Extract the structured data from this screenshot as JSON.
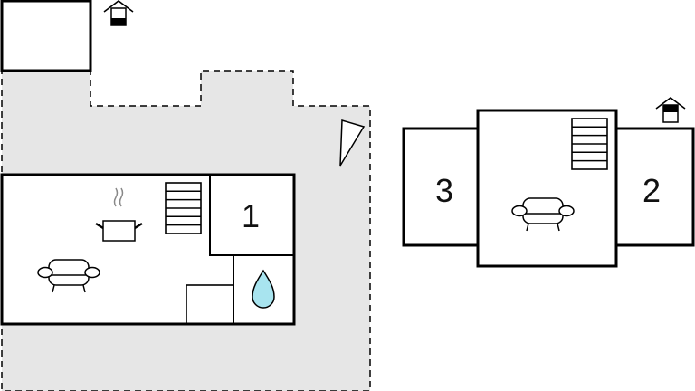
{
  "plan": {
    "ground_floor": {
      "rooms": [
        {
          "label": "1"
        }
      ],
      "terrace_fill": "#e6e6e6",
      "icons": [
        "house-entrance-icon",
        "stairs-icon",
        "cooking-pot-icon",
        "sofa-icon",
        "water-drop-icon",
        "compass-triangle-icon"
      ]
    },
    "upper_floor": {
      "rooms": [
        {
          "label": "3"
        },
        {
          "label": "2"
        }
      ],
      "icons": [
        "house-entrance-icon",
        "stairs-icon",
        "sofa-icon"
      ]
    },
    "colors": {
      "water": "#a8e4ef",
      "terrace": "#e6e6e6"
    }
  }
}
